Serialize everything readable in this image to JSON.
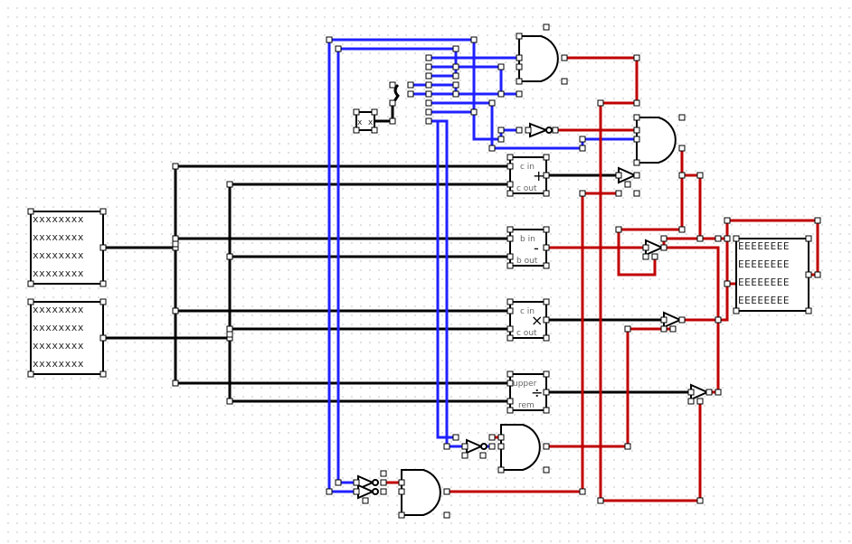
{
  "circuit": {
    "input_a": {
      "bits": [
        "xxxxxxxx",
        "xxxxxxxx",
        "xxxxxxxx",
        "xxxxxxxx"
      ]
    },
    "input_b": {
      "bits": [
        "xxxxxxxx",
        "xxxxxxxx",
        "xxxxxxxx",
        "xxxxxxxx"
      ]
    },
    "output": {
      "bits": [
        "EEEEEEEE",
        "EEEEEEEE",
        "EEEEEEEE",
        "EEEEEEEE"
      ]
    },
    "const_input": "x x",
    "adder": {
      "symbol": "+",
      "pin_top": "c in",
      "pin_bottom": "c out"
    },
    "subtractor": {
      "symbol": "-",
      "pin_top": "b in",
      "pin_bottom": "b out"
    },
    "multiplier": {
      "symbol": "×",
      "pin_top": "c in",
      "pin_bottom": "c out"
    },
    "divider": {
      "symbol": "÷",
      "pin_top": "upper",
      "pin_bottom": "rem"
    },
    "wire_colors": {
      "data": "#000000",
      "control": "#2020ff",
      "select": "#c00000"
    }
  }
}
